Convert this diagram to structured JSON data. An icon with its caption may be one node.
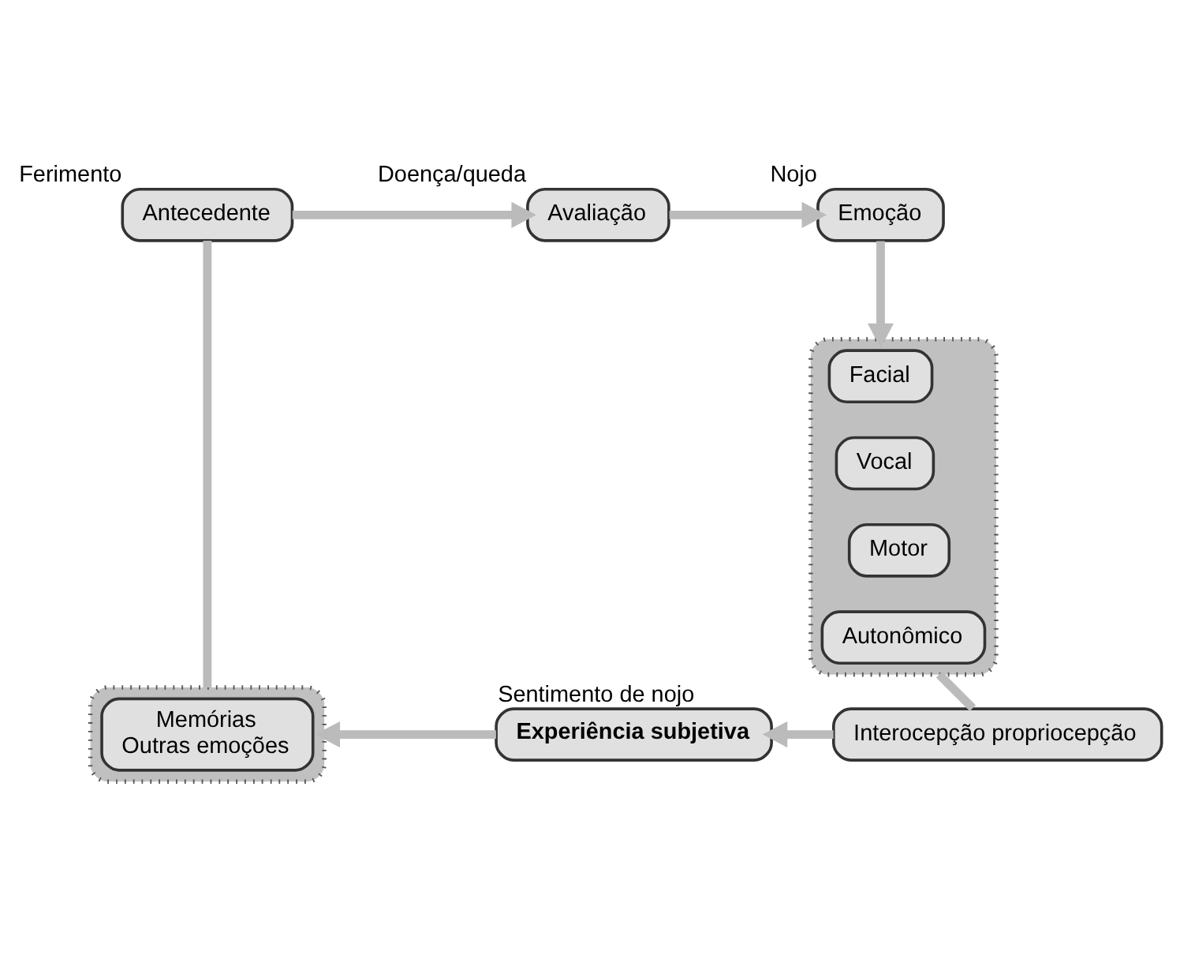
{
  "diagram": {
    "nodes": [
      {
        "text": [
          "Antecedente"
        ],
        "beside": [
          "Ferimento"
        ]
      },
      {
        "text": [
          "Avaliação"
        ],
        "beside": [
          "Doença/queda"
        ]
      },
      {
        "text": [
          "Emoção"
        ],
        "beside": [
          "Nojo"
        ]
      },
      {
        "text": [],
        "shape": "box"
      },
      {
        "text": [
          "Facial"
        ],
        "in": 3
      },
      {
        "text": [
          "Vocal"
        ],
        "in": 3
      },
      {
        "text": [
          "Motor"
        ],
        "in": 3
      },
      {
        "text": [
          "Autonômico"
        ],
        "in": 3
      },
      {
        "text": [
          "Interocepção propriocepção"
        ]
      },
      {
        "text": [
          "Experiência subjetiva"
        ],
        "beside": [
          "Sentimento de nojo"
        ]
      },
      {
        "text": [],
        "shape": "box"
      },
      {
        "text": [
          "Memórias",
          "Outras emoções"
        ],
        "in": 10
      }
    ],
    "edges": [
      {
        "from": 0,
        "to": 1,
        "arrow": "to"
      },
      {
        "from": 1,
        "to": 2,
        "arrow": "to"
      },
      {
        "from": 2,
        "to": 3,
        "arrow": "to"
      },
      {
        "from": 3,
        "to": 8,
        "arrow": "none"
      },
      {
        "from": 8,
        "to": 9,
        "arrow": "to"
      },
      {
        "from": 9,
        "to": 10,
        "arrow": "to"
      },
      {
        "from": 0,
        "to": 10,
        "arrow": "none"
      }
    ]
  }
}
